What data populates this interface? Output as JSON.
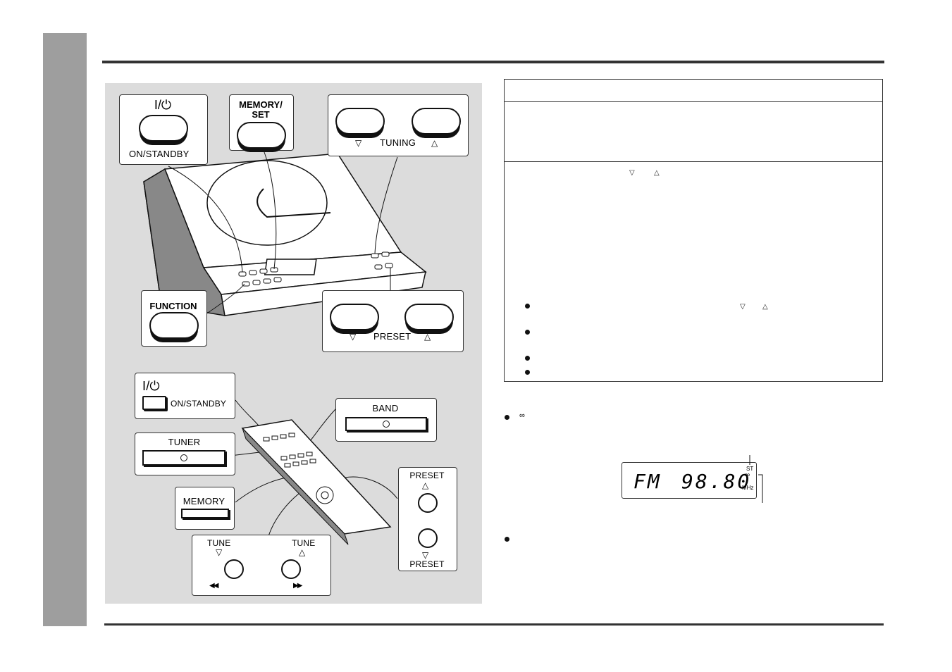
{
  "page": {
    "side_tab_color": "#9e9e9e",
    "rule_color": "#333333",
    "illustration_bg": "#dcdcdc"
  },
  "main_unit": {
    "power_symbol": "I/⏻",
    "on_standby_label": "ON/STANDBY",
    "memory_set_label_line1": "MEMORY/",
    "memory_set_label_line2": "SET",
    "tuning_label": "TUNING",
    "function_label": "FUNCTION",
    "preset_label": "PRESET"
  },
  "remote": {
    "power_symbol": "I/⏻",
    "on_standby_label": "ON/STANDBY",
    "band_label": "BAND",
    "tuner_label": "TUNER",
    "memory_label": "MEMORY",
    "preset_top_label": "PRESET",
    "preset_bottom_label": "PRESET",
    "tune_left_label": "TUNE",
    "tune_right_label": "TUNE",
    "rewind_symbol": "◀◀",
    "ff_symbol": "▶▶"
  },
  "glyphs": {
    "down_triangle": "▽",
    "up_triangle": "△",
    "stereo_symbol": "∞"
  },
  "display": {
    "band": "FM",
    "frequency": "98.80",
    "st_indicator": "ST",
    "unit": "MHz"
  }
}
